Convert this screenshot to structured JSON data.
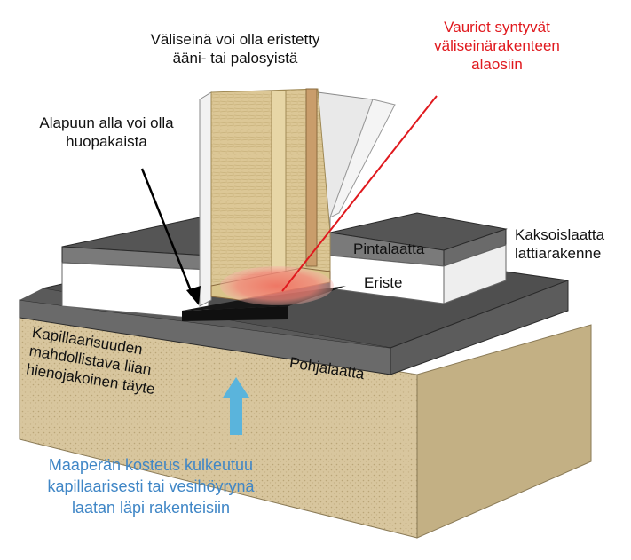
{
  "labels": {
    "partition_note": [
      "Väliseinä voi olla eristetty",
      "ääni- tai palosyistä"
    ],
    "felt_strip_note": [
      "Alapuun alla voi olla",
      "huopakaista"
    ],
    "damage_note": [
      "Vauriot syntyvät",
      "väliseinärakenteen",
      "alaosiin"
    ],
    "double_slab_note": [
      "Kaksoislaatta",
      "lattiarakenne"
    ],
    "surface_slab": "Pintalaatta",
    "insulation": "Eriste",
    "base_slab": "Pohjalaatta",
    "fill_note": [
      "Kapillaarisuuden",
      "mahdollistava liian",
      "hienojakoinen täyte"
    ],
    "moisture_note": [
      "Maaperän kosteus kulkeutuu",
      "kapillaarisesti tai vesihöyrynä",
      "laatan läpi rakenteisiin"
    ]
  },
  "colors": {
    "damage_text": "#e0191e",
    "moisture_text": "#3f86c6",
    "moisture_arrow": "#5ab4dc",
    "fill_soil": "#d8c69e",
    "concrete": "#4a4a4a",
    "insulation_block": "#d9c48a",
    "highlight": "#f26a5e"
  },
  "icons": {
    "moisture_arrow": "up-arrow-icon",
    "pointer_black": "black-pointer-arrow",
    "pointer_red": "red-pointer-line"
  }
}
